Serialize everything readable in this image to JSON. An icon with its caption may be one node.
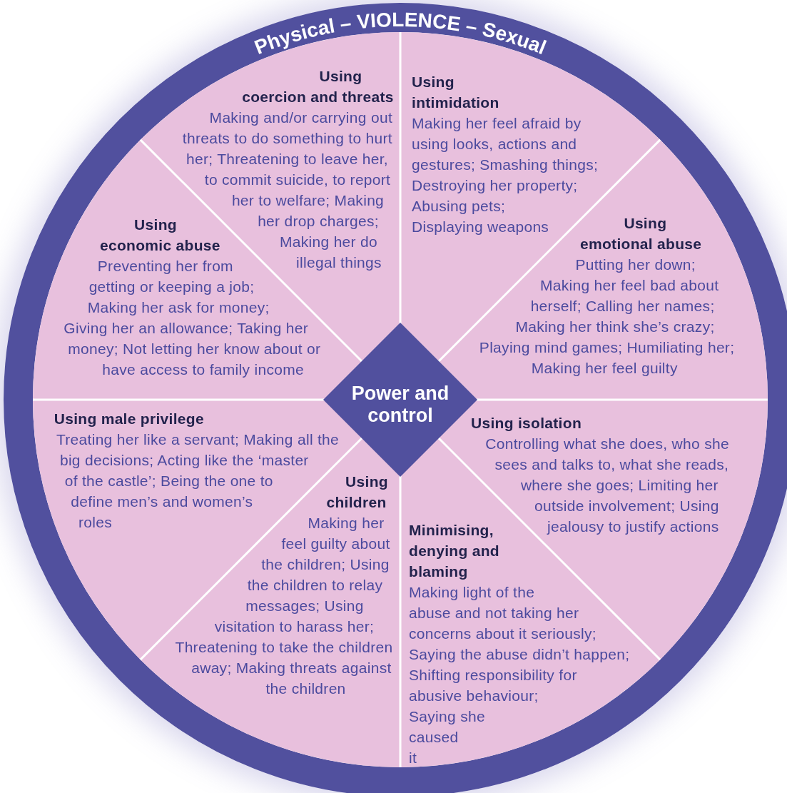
{
  "diagram": {
    "nodes": [
      {
        "text": [
          "Physical – VIOLENCE – Sexual"
        ]
      },
      {
        "text": [
          "Using coercion and threats",
          "Making and/or carrying out threats to do something to hurt her; Threatening to leave her, to commit suicide, to report her to welfare; Making her drop charges; Making her do illegal things"
        ],
        "in": 0
      },
      {
        "text": [
          "Using intimidation",
          "Making her feel afraid by using looks, actions and gestures; Smashing things; Destroying her property; Abusing pets; Displaying weapons"
        ],
        "in": 0
      },
      {
        "text": [
          "Using emotional abuse",
          "Putting her down; Making her feel bad about herself; Calling her names; Making her think she’s crazy; Playing mind games; Humiliating her; Making her feel guilty"
        ],
        "in": 0
      },
      {
        "text": [
          "Using isolation",
          "Controlling what she does, who she sees and talks to, what she reads, where she goes; Limiting her outside involvement; Using jealousy to justify actions"
        ],
        "in": 0
      },
      {
        "text": [
          "Minimising, denying and blaming",
          "Making light of the abuse and not taking her concerns about it seriously; Saying the abuse didn’t happen; Shifting responsibility for abusive behaviour; Saying she caused it"
        ],
        "in": 0
      },
      {
        "text": [
          "Using children",
          "Making her feel guilty about the children; Using the children to relay messages; Using visitation to harass her; Threatening to take the children away; Making threats against the children"
        ],
        "in": 0
      },
      {
        "text": [
          "Using male privilege",
          "Treating her like a servant; Making all the big decisions; Acting like the ‘master of the castle’; Being the one to define men’s and women’s roles"
        ],
        "in": 0
      },
      {
        "text": [
          "Using economic abuse",
          "Preventing her from getting or keeping a job; Making her ask for money; Giving her an allowance; Taking her money; Not letting her know about or have access to family income"
        ],
        "in": 0
      },
      {
        "text": [
          "Power and control"
        ],
        "in": 0
      }
    ]
  }
}
